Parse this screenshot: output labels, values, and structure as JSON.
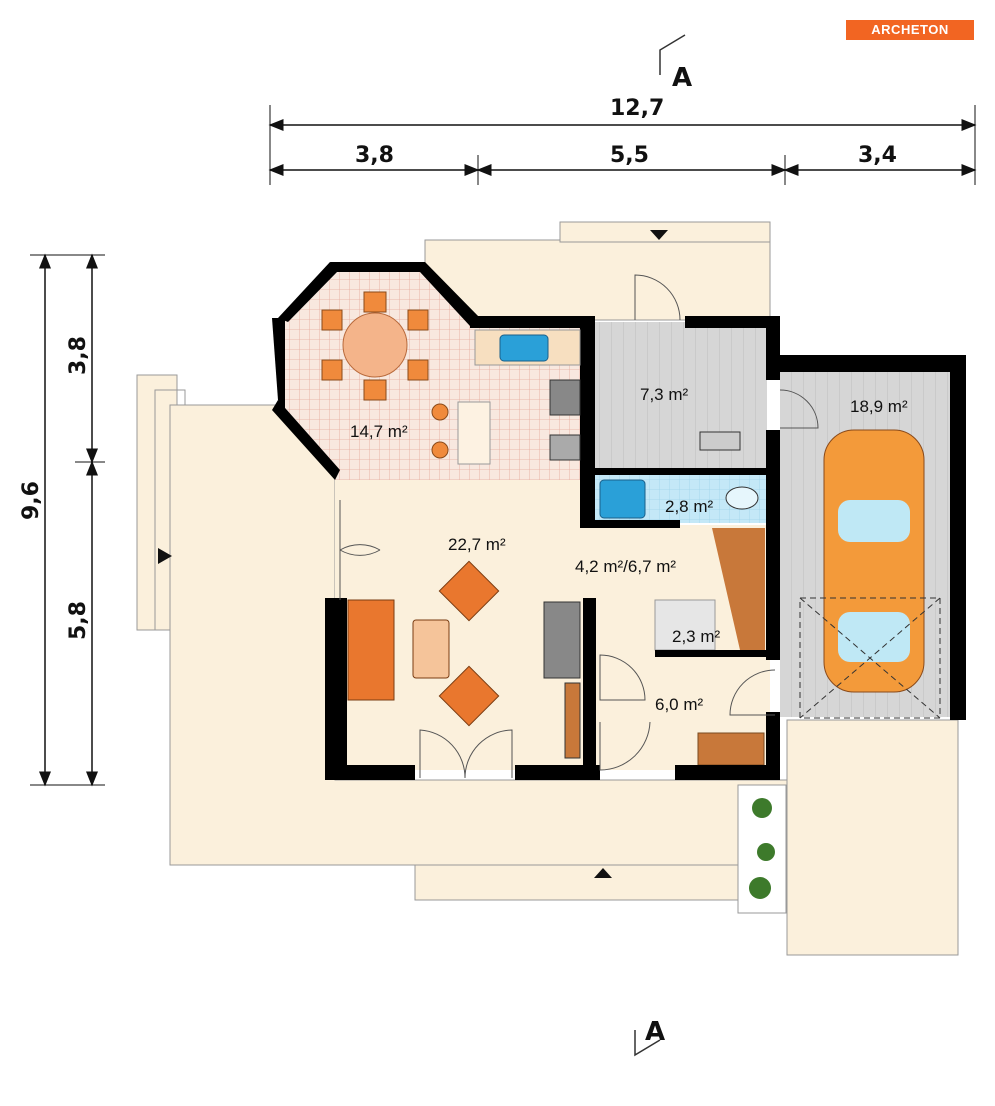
{
  "logo": {
    "text": "ARCHETON"
  },
  "section_markers": {
    "top": "A",
    "bottom": "A"
  },
  "dimensions": {
    "total_width": "12,7",
    "widths": [
      "3,8",
      "5,5",
      "3,4"
    ],
    "total_depth": "9,6",
    "depths": [
      "3,8",
      "5,8"
    ]
  },
  "rooms": {
    "dining_kitchen": "14,7 m²",
    "utility": "7,3 m²",
    "garage": "18,9 m²",
    "bathroom": "2,8 m²",
    "living": "22,7 m²",
    "hall": "4,2 m²/6,7 m²",
    "stairs": "2,3 m²",
    "room": "6,0 m²"
  },
  "colors": {
    "brand": "#f26522",
    "terrace": "#fbf0dc",
    "wall": "#000000",
    "tile_pink": "#f7e4da",
    "gray_floor": "#d9d9d9",
    "bath": "#bde6f6",
    "stairs": "#c8783a",
    "car": "#f39a3a"
  }
}
